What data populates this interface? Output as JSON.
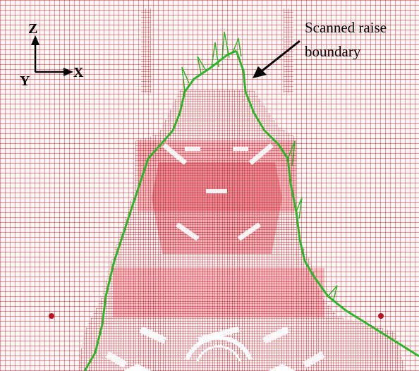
{
  "annotation": {
    "line1": "Scanned raise",
    "line2": "boundary"
  },
  "axes": {
    "vertical": "Z",
    "horizontal": "X",
    "depth": "Y"
  },
  "colors": {
    "mesh": "#d8202e",
    "boundary": "#2bb52b",
    "text": "#000000",
    "background": "#ffffff"
  }
}
